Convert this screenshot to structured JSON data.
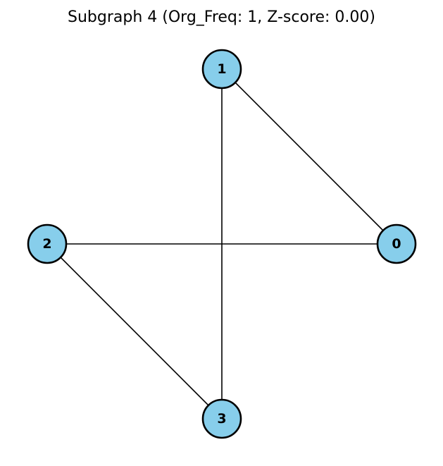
{
  "title": "Subgraph 4 (Org_Freq: 1, Z-score: 0.00)",
  "colors": {
    "node_fill": "#87ceeb",
    "node_stroke": "#000000",
    "edge": "#000000",
    "background": "#ffffff"
  },
  "graph": {
    "layout": "circular",
    "nodes": [
      {
        "id": "0",
        "label": "0"
      },
      {
        "id": "1",
        "label": "1"
      },
      {
        "id": "2",
        "label": "2"
      },
      {
        "id": "3",
        "label": "3"
      }
    ],
    "edges": [
      {
        "source": "0",
        "target": "1"
      },
      {
        "source": "0",
        "target": "2"
      },
      {
        "source": "1",
        "target": "3"
      },
      {
        "source": "2",
        "target": "3"
      }
    ]
  }
}
